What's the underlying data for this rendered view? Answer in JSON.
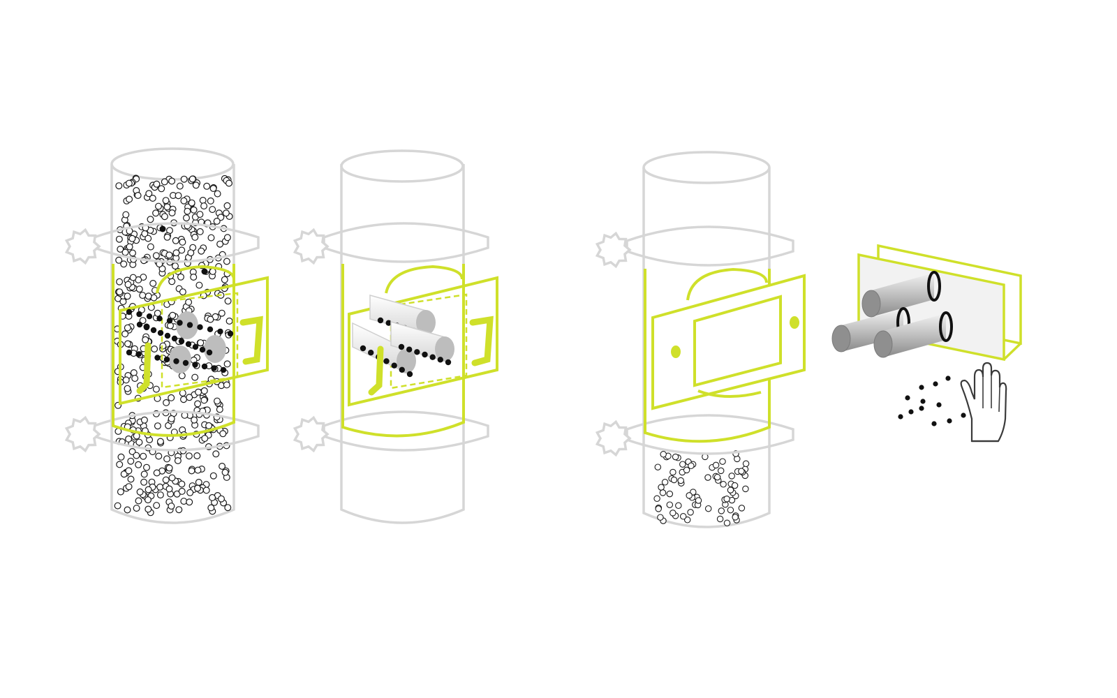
{
  "colors": {
    "pipe": "#d2d2d2",
    "pipe_stroke": "#d6d6d6",
    "accent": "#cfe02a",
    "particle_outline": "#1a1a1a",
    "metal_particle": "#111111",
    "rod_light": "#f0f0f0",
    "rod_mid": "#bdbdbd",
    "rod_dark": "#7a7a7a",
    "background": "#ffffff"
  },
  "panels": [
    {
      "id": "flow-with-material",
      "state": "in-line filter, product flowing, metal captured on rods"
    },
    {
      "id": "filter-empty",
      "state": "in-line filter, metal held on rods"
    },
    {
      "id": "drawer-removed",
      "state": "drawer pulled out of housing"
    },
    {
      "id": "drawer-cleaning",
      "state": "rods wiped clean by hand"
    }
  ],
  "icons": {
    "clamp_knob": "clamp-knob-icon",
    "handle": "pull-handle-icon",
    "rod": "magnetic-rod-icon",
    "hand": "glove-hand-icon"
  }
}
